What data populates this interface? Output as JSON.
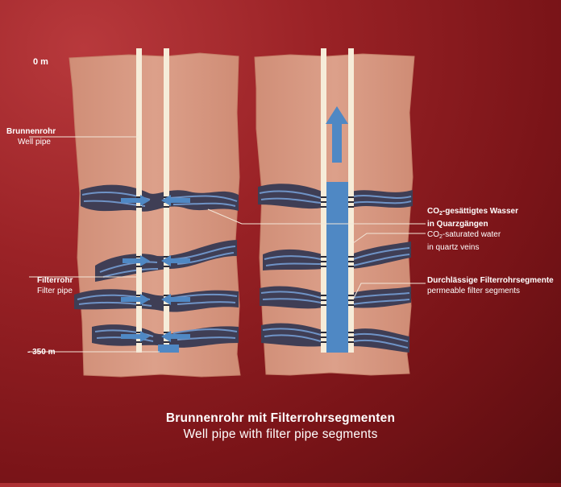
{
  "depth_top": "0 m",
  "depth_bottom": "- 350 m",
  "labels": {
    "well_pipe": {
      "de": "Brunnenrohr",
      "en": "Well pipe"
    },
    "filter_pipe": {
      "de": "Filterrohr",
      "en": "Filter pipe"
    },
    "co2_water": {
      "de_pre": "CO",
      "de_sub": "2",
      "de_post": "-gesättigtes Wasser",
      "de_line2": "in Quarzgängen",
      "en_pre": "CO",
      "en_sub": "2",
      "en_post": "-saturated water",
      "en_line2": "in quartz veins"
    },
    "permeable": {
      "de": "Durchlässige Filterrohrsegmente",
      "en": "permeable filter segments"
    }
  },
  "caption": {
    "de": "Brunnenrohr mit Filterrohrsegmenten",
    "en": "Well pipe with filter pipe segments"
  },
  "colors": {
    "background": "#9a2226",
    "rock": "#d99a83",
    "rock_edge": "#c9856f",
    "pipe_wall": "#f6ecd9",
    "water": "#4f88c4",
    "vein_dark": "#3e3d52",
    "vein_light": "#6c8fc0"
  },
  "icons": [
    "arrow-up-icon",
    "arrow-left-icon",
    "arrow-right-icon"
  ]
}
